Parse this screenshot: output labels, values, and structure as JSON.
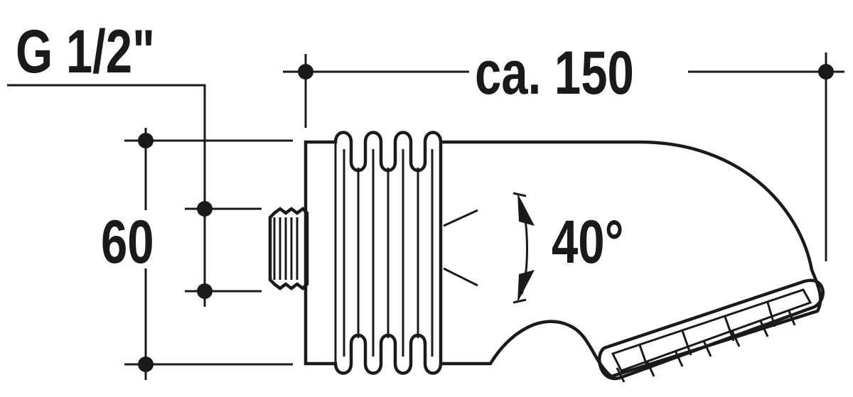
{
  "drawing": {
    "thread_label": "G 1/2\"",
    "length_label": "ca. 150",
    "height_label": "60",
    "angle_label": "40°"
  },
  "colors": {
    "line": "#1a1a1a",
    "background": "#ffffff"
  }
}
